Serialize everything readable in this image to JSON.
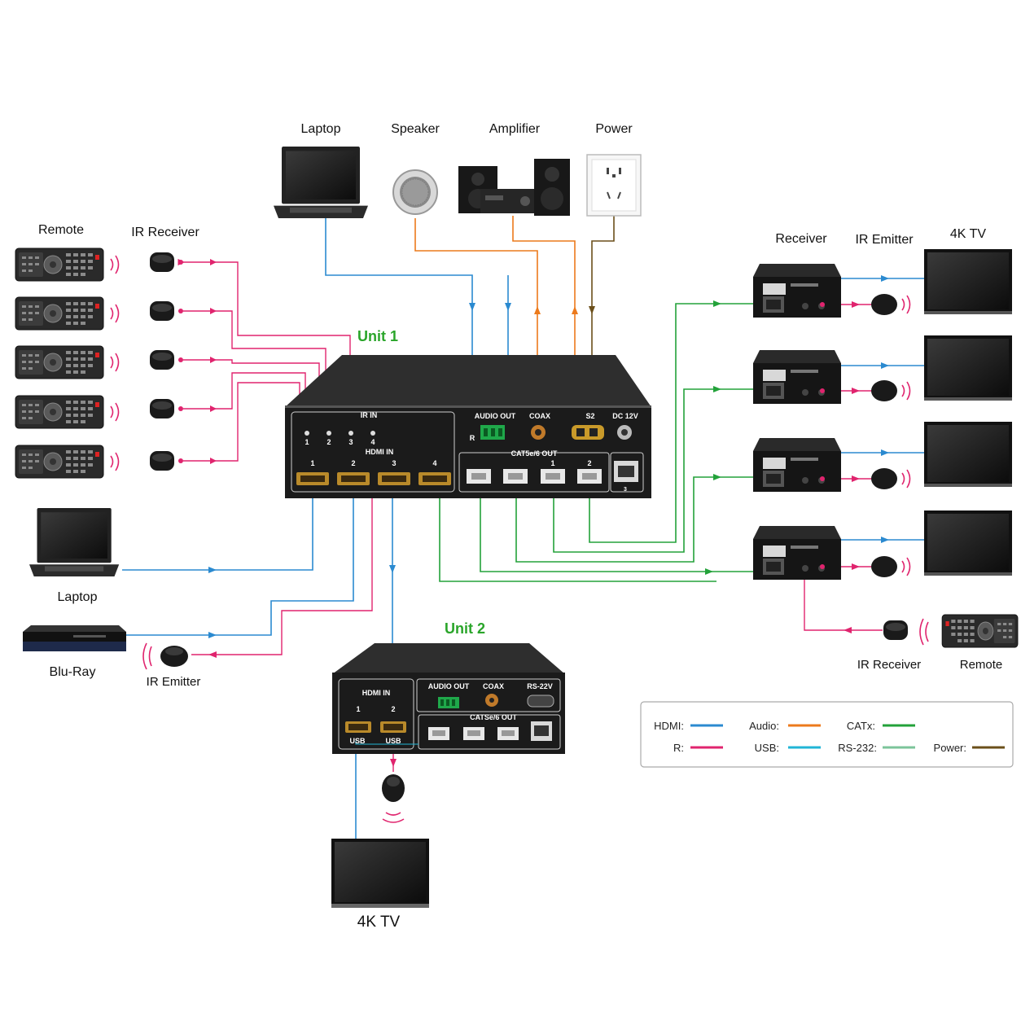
{
  "units": {
    "unit1": {
      "title": "Unit 1"
    },
    "unit2": {
      "title": "Unit 2"
    }
  },
  "top_devices": {
    "laptop": "Laptop",
    "speaker": "Speaker",
    "amplifier": "Amplifier",
    "power": "Power"
  },
  "left_labels": {
    "remote": "Remote",
    "ir_receiver": "IR Receiver",
    "laptop": "Laptop",
    "bluray": "Blu-Ray",
    "ir_emitter": "IR Emitter"
  },
  "right_labels": {
    "receiver": "Receiver",
    "ir_emitter": "IR Emitter",
    "tv": "4K TV",
    "ir_receiver": "IR Receiver",
    "remote": "Remote"
  },
  "bottom_labels": {
    "tv": "4K TV"
  },
  "unit1_panel": {
    "ir_in": "IR IN",
    "ir_ports": [
      "1",
      "2",
      "3",
      "4"
    ],
    "hdmi_in": "HDMI IN",
    "hdmi_ports": [
      "1",
      "2",
      "3",
      "4"
    ],
    "audio_out": "AUDIO OUT",
    "audio_r": "R",
    "coax": "COAX",
    "rs232": "S2",
    "dc": "DC 12V",
    "cat_out": "CAT5e/6 OUT",
    "cat_ports": [
      "1",
      "2"
    ],
    "rj45": "3"
  },
  "unit2_panel": {
    "hdmi_in": "HDMI IN",
    "hdmi_ports": [
      "1",
      "2"
    ],
    "usb": [
      "USB",
      "USB"
    ],
    "audio_out": "AUDIO OUT",
    "coax": "COAX",
    "rs232": "RS-22V",
    "cat_out": "CATSe/6 OUT"
  },
  "legend": {
    "hdmi": "HDMI:",
    "ir": "R:",
    "audio": "Audio:",
    "usb": "USB:",
    "catx": "CATx:",
    "rs232": "RS-232:",
    "power": "Power:"
  },
  "colors": {
    "hdmi": "#2b8ad0",
    "ir": "#e0246e",
    "audio": "#ec7a1c",
    "usb": "#21b5d6",
    "catx": "#23a23a",
    "rs232": "#7cc49a",
    "power": "#6b4f1a",
    "unit_title": "#2aa52a"
  }
}
